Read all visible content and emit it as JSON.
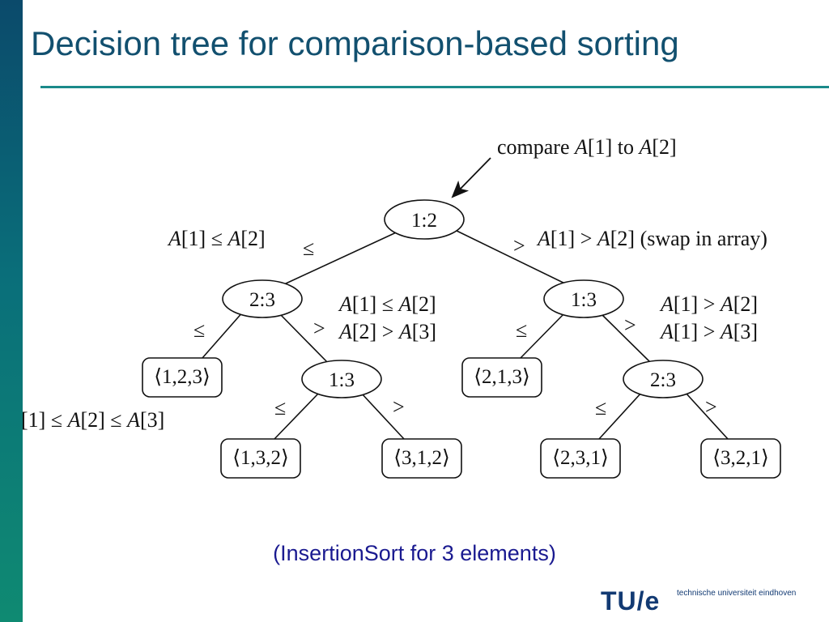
{
  "slide": {
    "title": "Decision tree for comparison-based sorting",
    "caption": "(InsertionSort for 3 elements)",
    "logo": {
      "mark": "TU/e",
      "tagline": "technische universiteit eindhoven"
    }
  },
  "diagram": {
    "callout": {
      "pre": "compare ",
      "a1": "A",
      "mid": "[1] to ",
      "a2": "A",
      "post": "[2]"
    },
    "nodes": {
      "root": "1:2",
      "left": "2:3",
      "right": "1:3",
      "left_right": "1:3",
      "right_right": "2:3"
    },
    "leaves": {
      "l1": "⟨1,2,3⟩",
      "l2": "⟨1,3,2⟩",
      "l3": "⟨3,1,2⟩",
      "l4": "⟨2,1,3⟩",
      "l5": "⟨2,3,1⟩",
      "l6": "⟨3,2,1⟩"
    },
    "edge_symbols": {
      "le": "≤",
      "gt": ">"
    },
    "annotations": {
      "root_left": {
        "a1": "A",
        "t1": "[1] ≤ ",
        "a2": "A",
        "t2": "[2]"
      },
      "root_right": {
        "a1": "A",
        "t1": "[1] > ",
        "a2": "A",
        "t2": "[2] (swap in array)"
      },
      "mid_left_1": {
        "a1": "A",
        "t1": "[1] ≤ ",
        "a2": "A",
        "t2": "[2]"
      },
      "mid_left_2": {
        "a1": "A",
        "t1": "[2] > ",
        "a2": "A",
        "t2": "[3]"
      },
      "mid_right_1": {
        "a1": "A",
        "t1": "[1] > ",
        "a2": "A",
        "t2": "[2]"
      },
      "mid_right_2": {
        "a1": "A",
        "t1": "[1] > ",
        "a2": "A",
        "t2": "[3]"
      },
      "leaf_left": {
        "t0": "[1] ≤ ",
        "a1": "A",
        "t1": "[2] ≤ ",
        "a2": "A",
        "t2": "[3]"
      }
    }
  }
}
